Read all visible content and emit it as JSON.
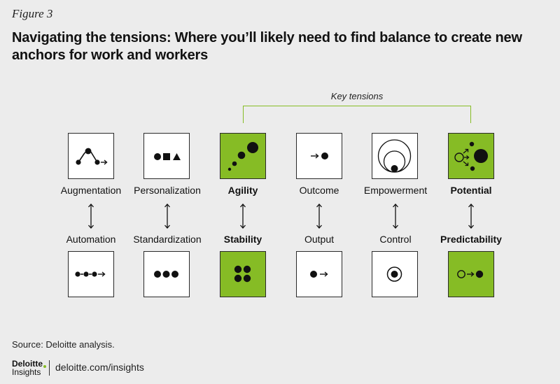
{
  "figure_label": "Figure 3",
  "title": "Navigating the tensions: Where you’ll likely need to find balance to create new anchors for work and workers",
  "key_tensions_label": "Key tensions",
  "pairs": [
    {
      "top": "Augmentation",
      "bottom": "Automation",
      "key": false
    },
    {
      "top": "Personalization",
      "bottom": "Standardization",
      "key": false
    },
    {
      "top": "Agility",
      "bottom": "Stability",
      "key": true
    },
    {
      "top": "Outcome",
      "bottom": "Output",
      "key": false
    },
    {
      "top": "Empowerment",
      "bottom": "Control",
      "key": false
    },
    {
      "top": "Potential",
      "bottom": "Predictability",
      "key": true
    }
  ],
  "icons": {
    "top": [
      "augmentation-icon",
      "personalization-icon",
      "agility-icon",
      "outcome-icon",
      "empowerment-icon",
      "potential-icon"
    ],
    "bottom": [
      "automation-icon",
      "standardization-icon",
      "stability-icon",
      "output-icon",
      "control-icon",
      "predictability-icon"
    ]
  },
  "colors": {
    "accent_green": "#86bc25",
    "background": "#ececec",
    "box_white": "#ffffff"
  },
  "source": "Source: Deloitte analysis.",
  "logo": {
    "name": "Deloitte",
    "sub": "Insights"
  },
  "site": "deloitte.com/insights"
}
